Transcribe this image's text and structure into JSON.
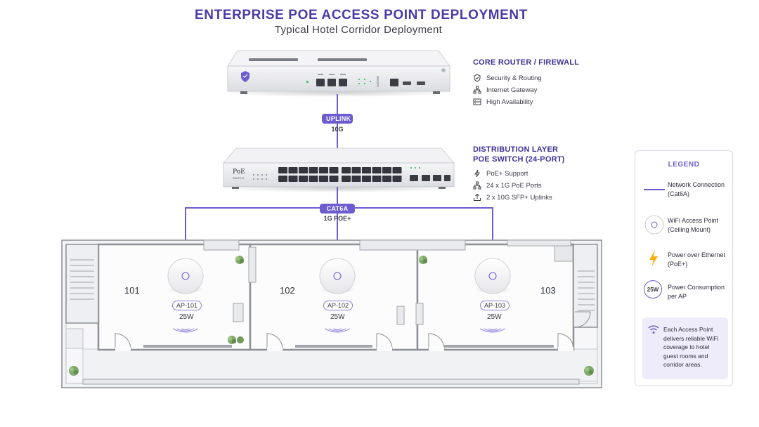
{
  "title": "ENTERPRISE POE ACCESS POINT DEPLOYMENT",
  "subtitle": "Typical Hotel Corridor Deployment",
  "router": {
    "heading": "CORE ROUTER / FIREWALL",
    "features": [
      {
        "icon": "shield-icon",
        "label": "Security & Routing"
      },
      {
        "icon": "network-icon",
        "label": "Internet Gateway"
      },
      {
        "icon": "server-icon",
        "label": "High Availability"
      }
    ]
  },
  "uplink": {
    "label": "UPLINK",
    "speed": "10G"
  },
  "switch": {
    "heading_line1": "DISTRIBUTION LAYER",
    "heading_line2": "POE SWITCH (24-PORT)",
    "faceplate_top": "PoE",
    "faceplate_bottom": "SWITCH",
    "features": [
      {
        "icon": "bolt-icon",
        "label": "PoE+ Support"
      },
      {
        "icon": "network-icon",
        "label": "24 x 1G PoE Ports"
      },
      {
        "icon": "upload-icon",
        "label": "2 x 10G SFP+ Uplinks"
      }
    ]
  },
  "cable": {
    "label": "CAT6A",
    "spec": "1G POE+"
  },
  "rooms": [
    {
      "number": "101",
      "ap": "AP-101",
      "power": "25W"
    },
    {
      "number": "102",
      "ap": "AP-102",
      "power": "25W"
    },
    {
      "number": "103",
      "ap": "AP-103",
      "power": "25W"
    }
  ],
  "legend": {
    "title": "LEGEND",
    "items": [
      {
        "icon": "network-line-icon",
        "line1": "Network Connection",
        "line2": "(Cat6A)"
      },
      {
        "icon": "access-point-icon",
        "line1": "WiFi Access Point",
        "line2": "(Ceiling Mount)"
      },
      {
        "icon": "bolt-icon",
        "line1": "Power over Ethernet",
        "line2": "(PoE+)"
      },
      {
        "icon": "power-badge-icon",
        "badge": "25W",
        "line1": "Power Consumption",
        "line2": "per AP"
      }
    ],
    "note": "Each Access Point delivers reliable WiFi coverage to hotel guest rooms and corridor areas."
  },
  "colors": {
    "accent": "#6d5bd0",
    "heading": "#3d3295",
    "bolt": "#f2b20e"
  }
}
